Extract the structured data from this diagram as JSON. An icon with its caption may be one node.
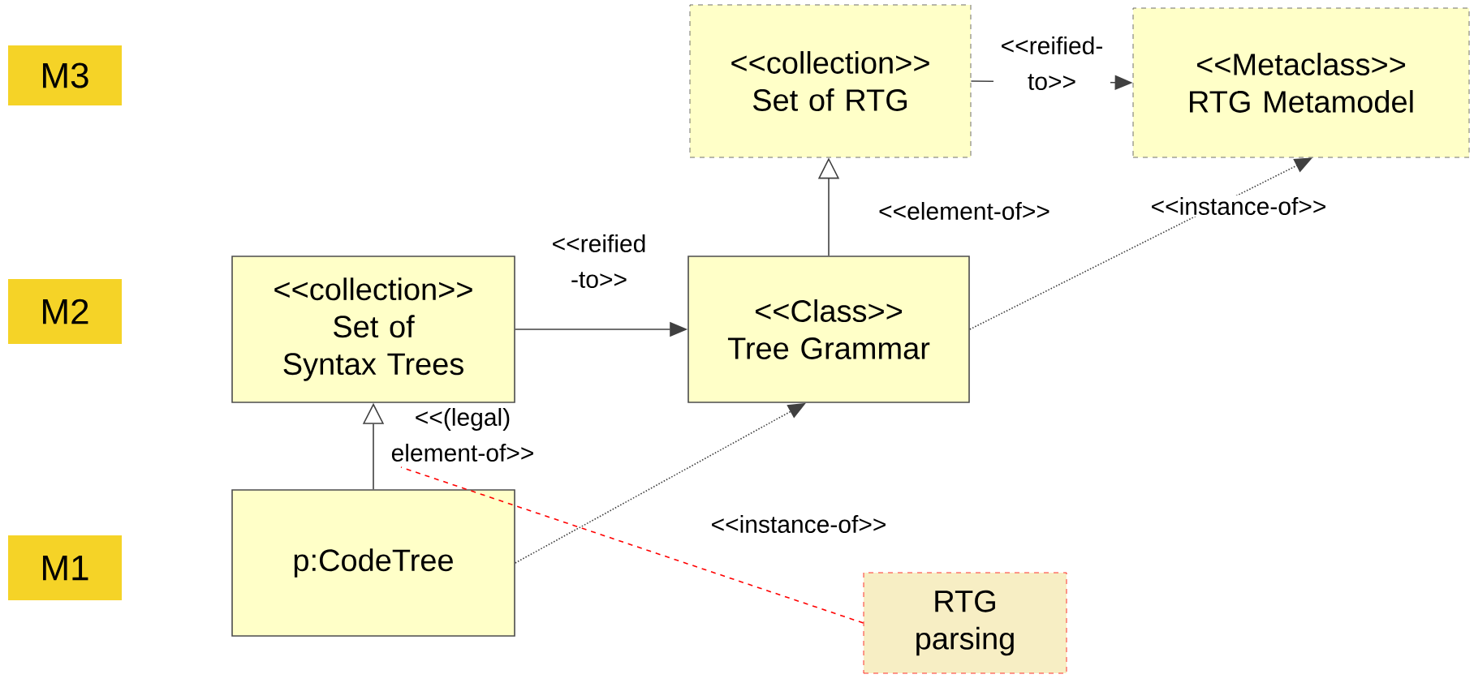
{
  "diagram": {
    "nodes": [
      {
        "text": [
          "M3"
        ]
      },
      {
        "text": [
          "<<collection>>",
          "Set of RTG"
        ]
      },
      {
        "text": [
          "<<Metaclass>>",
          "RTG Metamodel"
        ]
      },
      {
        "text": [
          "M2"
        ]
      },
      {
        "text": [
          "<<collection>>",
          "Set of Syntax Trees"
        ]
      },
      {
        "text": [
          "<<Class>>",
          "Tree Grammar"
        ]
      },
      {
        "text": [
          "M1"
        ]
      },
      {
        "text": [
          "p:CodeTree"
        ]
      },
      {
        "text": [
          "RTG parsing"
        ]
      }
    ],
    "edges": [
      {
        "from": 1,
        "to": 2,
        "arrow": "to",
        "label": "<<reified- to>>"
      },
      {
        "from": 4,
        "to": 5,
        "arrow": "to",
        "label": "<<reified -to>>"
      },
      {
        "from": 5,
        "to": 1,
        "arrow": "to",
        "label": "<<element-of>>"
      },
      {
        "from": 7,
        "to": 4,
        "arrow": "to",
        "label": "<<(legal) element-of>>"
      },
      {
        "from": 5,
        "to": 2,
        "arrow": "to",
        "label": "<<instance-of>>",
        "style": "dashed"
      },
      {
        "from": 7,
        "to": 5,
        "arrow": "to",
        "label": "<<instance-of>>",
        "style": "dashed"
      },
      {
        "from": 8,
        "to": null,
        "arrow": "none",
        "style": "dashed",
        "color": "#ff0000"
      }
    ]
  }
}
